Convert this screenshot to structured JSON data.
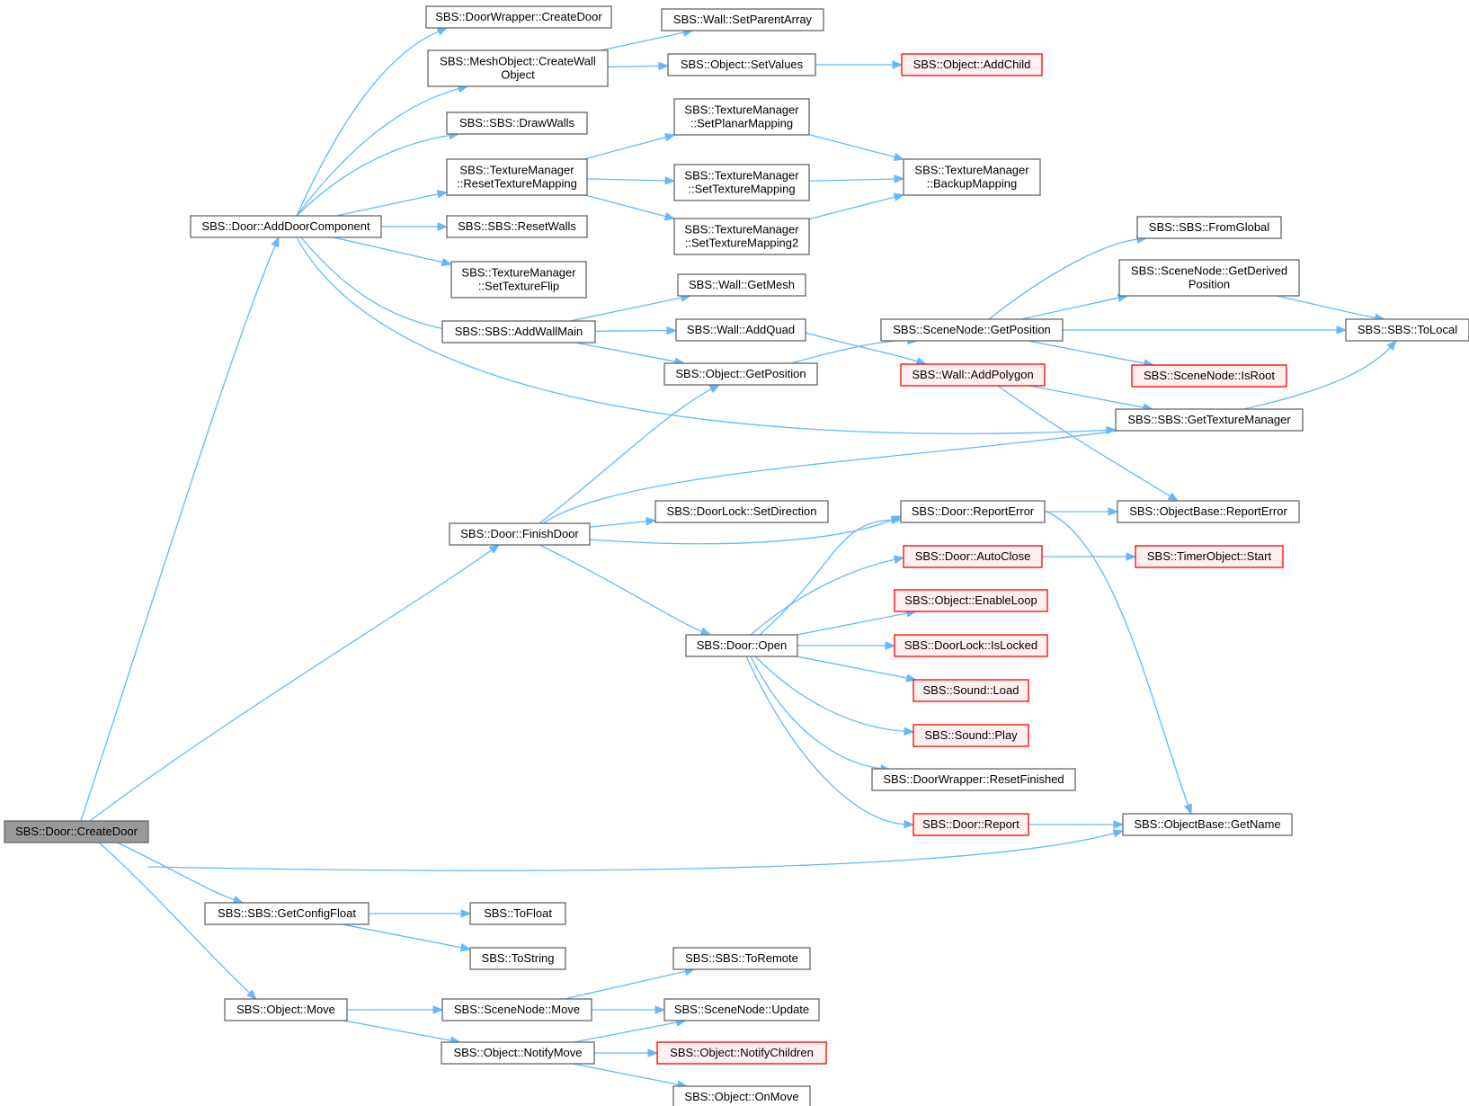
{
  "diagram": {
    "colors": {
      "edge": "#63b8ff",
      "node_border": "#666666",
      "root_fill": "#999999",
      "external_border": "#ff0000",
      "external_fill": "#fff0f0"
    },
    "nodes": [
      {
        "id": "createDoor",
        "lines": [
          "SBS::Door::CreateDoor"
        ],
        "style": "root"
      },
      {
        "id": "addDoorComponent",
        "lines": [
          "SBS::Door::AddDoorComponent"
        ],
        "style": "normal"
      },
      {
        "id": "finishDoor",
        "lines": [
          "SBS::Door::FinishDoor"
        ],
        "style": "normal"
      },
      {
        "id": "getConfigFloat",
        "lines": [
          "SBS::SBS::GetConfigFloat"
        ],
        "style": "normal"
      },
      {
        "id": "objectMove",
        "lines": [
          "SBS::Object::Move"
        ],
        "style": "normal"
      },
      {
        "id": "dwCreateDoor",
        "lines": [
          "SBS::DoorWrapper::CreateDoor"
        ],
        "style": "normal"
      },
      {
        "id": "createWallObject",
        "lines": [
          "SBS::MeshObject::CreateWall",
          "Object"
        ],
        "style": "normal"
      },
      {
        "id": "drawWalls",
        "lines": [
          "SBS::SBS::DrawWalls"
        ],
        "style": "normal"
      },
      {
        "id": "resetTextureMapping",
        "lines": [
          "SBS::TextureManager",
          "::ResetTextureMapping"
        ],
        "style": "normal"
      },
      {
        "id": "resetWalls",
        "lines": [
          "SBS::SBS::ResetWalls"
        ],
        "style": "normal"
      },
      {
        "id": "setTextureFlip",
        "lines": [
          "SBS::TextureManager",
          "::SetTextureFlip"
        ],
        "style": "normal"
      },
      {
        "id": "addWallMain",
        "lines": [
          "SBS::SBS::AddWallMain"
        ],
        "style": "normal"
      },
      {
        "id": "setParentArray",
        "lines": [
          "SBS::Wall::SetParentArray"
        ],
        "style": "normal"
      },
      {
        "id": "setValues",
        "lines": [
          "SBS::Object::SetValues"
        ],
        "style": "normal"
      },
      {
        "id": "addChild",
        "lines": [
          "SBS::Object::AddChild"
        ],
        "style": "external"
      },
      {
        "id": "setPlanarMapping",
        "lines": [
          "SBS::TextureManager",
          "::SetPlanarMapping"
        ],
        "style": "normal"
      },
      {
        "id": "setTextureMapping",
        "lines": [
          "SBS::TextureManager",
          "::SetTextureMapping"
        ],
        "style": "normal"
      },
      {
        "id": "setTextureMapping2",
        "lines": [
          "SBS::TextureManager",
          "::SetTextureMapping2"
        ],
        "style": "normal"
      },
      {
        "id": "backupMapping",
        "lines": [
          "SBS::TextureManager",
          "::BackupMapping"
        ],
        "style": "normal"
      },
      {
        "id": "getMesh",
        "lines": [
          "SBS::Wall::GetMesh"
        ],
        "style": "normal"
      },
      {
        "id": "addQuad",
        "lines": [
          "SBS::Wall::AddQuad"
        ],
        "style": "normal"
      },
      {
        "id": "objGetPosition",
        "lines": [
          "SBS::Object::GetPosition"
        ],
        "style": "normal"
      },
      {
        "id": "snGetPosition",
        "lines": [
          "SBS::SceneNode::GetPosition"
        ],
        "style": "normal"
      },
      {
        "id": "addPolygon",
        "lines": [
          "SBS::Wall::AddPolygon"
        ],
        "style": "external"
      },
      {
        "id": "fromGlobal",
        "lines": [
          "SBS::SBS::FromGlobal"
        ],
        "style": "normal"
      },
      {
        "id": "getDerivedPosition",
        "lines": [
          "SBS::SceneNode::GetDerived",
          "Position"
        ],
        "style": "normal"
      },
      {
        "id": "toLocal",
        "lines": [
          "SBS::SBS::ToLocal"
        ],
        "style": "normal"
      },
      {
        "id": "isRoot",
        "lines": [
          "SBS::SceneNode::IsRoot"
        ],
        "style": "external"
      },
      {
        "id": "getTextureManager",
        "lines": [
          "SBS::SBS::GetTextureManager"
        ],
        "style": "normal"
      },
      {
        "id": "setDirection",
        "lines": [
          "SBS::DoorLock::SetDirection"
        ],
        "style": "normal"
      },
      {
        "id": "doorReportError",
        "lines": [
          "SBS::Door::ReportError"
        ],
        "style": "normal"
      },
      {
        "id": "obReportError",
        "lines": [
          "SBS::ObjectBase::ReportError"
        ],
        "style": "normal"
      },
      {
        "id": "doorOpen",
        "lines": [
          "SBS::Door::Open"
        ],
        "style": "normal"
      },
      {
        "id": "autoClose",
        "lines": [
          "SBS::Door::AutoClose"
        ],
        "style": "external"
      },
      {
        "id": "timerStart",
        "lines": [
          "SBS::TimerObject::Start"
        ],
        "style": "external"
      },
      {
        "id": "enableLoop",
        "lines": [
          "SBS::Object::EnableLoop"
        ],
        "style": "external"
      },
      {
        "id": "isLocked",
        "lines": [
          "SBS::DoorLock::IsLocked"
        ],
        "style": "external"
      },
      {
        "id": "soundLoad",
        "lines": [
          "SBS::Sound::Load"
        ],
        "style": "external"
      },
      {
        "id": "soundPlay",
        "lines": [
          "SBS::Sound::Play"
        ],
        "style": "external"
      },
      {
        "id": "resetFinished",
        "lines": [
          "SBS::DoorWrapper::ResetFinished"
        ],
        "style": "normal"
      },
      {
        "id": "doorReport",
        "lines": [
          "SBS::Door::Report"
        ],
        "style": "external"
      },
      {
        "id": "getName",
        "lines": [
          "SBS::ObjectBase::GetName"
        ],
        "style": "normal"
      },
      {
        "id": "toFloat",
        "lines": [
          "SBS::ToFloat"
        ],
        "style": "normal"
      },
      {
        "id": "toString",
        "lines": [
          "SBS::ToString"
        ],
        "style": "normal"
      },
      {
        "id": "toRemote",
        "lines": [
          "SBS::SBS::ToRemote"
        ],
        "style": "normal"
      },
      {
        "id": "snMove",
        "lines": [
          "SBS::SceneNode::Move"
        ],
        "style": "normal"
      },
      {
        "id": "snUpdate",
        "lines": [
          "SBS::SceneNode::Update"
        ],
        "style": "normal"
      },
      {
        "id": "notifyMove",
        "lines": [
          "SBS::Object::NotifyMove"
        ],
        "style": "normal"
      },
      {
        "id": "notifyChildren",
        "lines": [
          "SBS::Object::NotifyChildren"
        ],
        "style": "external"
      },
      {
        "id": "onMove",
        "lines": [
          "SBS::Object::OnMove"
        ],
        "style": "normal"
      }
    ],
    "edges": [
      [
        "createDoor",
        "addDoorComponent"
      ],
      [
        "createDoor",
        "finishDoor"
      ],
      [
        "createDoor",
        "getName"
      ],
      [
        "createDoor",
        "getConfigFloat"
      ],
      [
        "createDoor",
        "objectMove"
      ],
      [
        "addDoorComponent",
        "dwCreateDoor"
      ],
      [
        "addDoorComponent",
        "createWallObject"
      ],
      [
        "addDoorComponent",
        "drawWalls"
      ],
      [
        "addDoorComponent",
        "resetTextureMapping"
      ],
      [
        "addDoorComponent",
        "resetWalls"
      ],
      [
        "addDoorComponent",
        "setTextureFlip"
      ],
      [
        "addDoorComponent",
        "addWallMain"
      ],
      [
        "addDoorComponent",
        "getTextureManager"
      ],
      [
        "createWallObject",
        "setParentArray"
      ],
      [
        "createWallObject",
        "setValues"
      ],
      [
        "setValues",
        "addChild"
      ],
      [
        "resetTextureMapping",
        "setPlanarMapping"
      ],
      [
        "resetTextureMapping",
        "setTextureMapping"
      ],
      [
        "resetTextureMapping",
        "setTextureMapping2"
      ],
      [
        "setPlanarMapping",
        "backupMapping"
      ],
      [
        "setTextureMapping",
        "backupMapping"
      ],
      [
        "setTextureMapping2",
        "backupMapping"
      ],
      [
        "addWallMain",
        "getMesh"
      ],
      [
        "addWallMain",
        "addQuad"
      ],
      [
        "addWallMain",
        "objGetPosition"
      ],
      [
        "addQuad",
        "addPolygon"
      ],
      [
        "objGetPosition",
        "snGetPosition"
      ],
      [
        "snGetPosition",
        "fromGlobal"
      ],
      [
        "snGetPosition",
        "getDerivedPosition"
      ],
      [
        "snGetPosition",
        "toLocal"
      ],
      [
        "snGetPosition",
        "isRoot"
      ],
      [
        "getDerivedPosition",
        "toLocal"
      ],
      [
        "addPolygon",
        "getTextureManager"
      ],
      [
        "addPolygon",
        "obReportError"
      ],
      [
        "finishDoor",
        "objGetPosition"
      ],
      [
        "finishDoor",
        "toLocal"
      ],
      [
        "finishDoor",
        "setDirection"
      ],
      [
        "finishDoor",
        "doorReportError"
      ],
      [
        "finishDoor",
        "doorOpen"
      ],
      [
        "doorReportError",
        "obReportError"
      ],
      [
        "doorReportError",
        "getName"
      ],
      [
        "doorOpen",
        "doorReportError"
      ],
      [
        "doorOpen",
        "autoClose"
      ],
      [
        "doorOpen",
        "enableLoop"
      ],
      [
        "doorOpen",
        "isLocked"
      ],
      [
        "doorOpen",
        "soundLoad"
      ],
      [
        "doorOpen",
        "soundPlay"
      ],
      [
        "doorOpen",
        "resetFinished"
      ],
      [
        "doorOpen",
        "doorReport"
      ],
      [
        "autoClose",
        "timerStart"
      ],
      [
        "doorReport",
        "getName"
      ],
      [
        "getConfigFloat",
        "toFloat"
      ],
      [
        "getConfigFloat",
        "toString"
      ],
      [
        "objectMove",
        "snMove"
      ],
      [
        "objectMove",
        "notifyMove"
      ],
      [
        "snMove",
        "toRemote"
      ],
      [
        "snMove",
        "snUpdate"
      ],
      [
        "notifyMove",
        "snUpdate"
      ],
      [
        "notifyMove",
        "notifyChildren"
      ],
      [
        "notifyMove",
        "onMove"
      ]
    ]
  }
}
